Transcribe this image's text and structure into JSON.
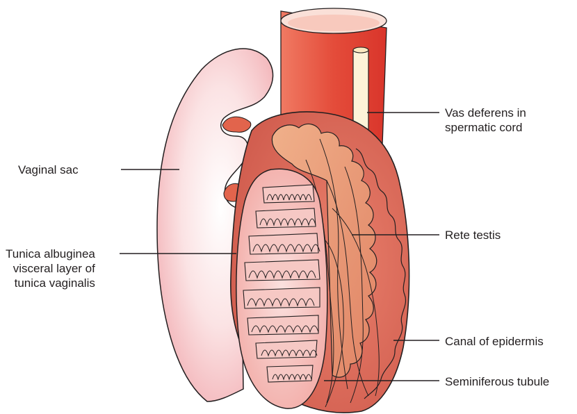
{
  "labels": {
    "vaginal_sac": "Vaginal sac",
    "tunica": "Tunica albuginea\nvisceral layer of\ntunica vaginalis",
    "vas_deferens": "Vas deferens in\nspermatic cord",
    "rete_testis": "Rete testis",
    "canal": "Canal of epidermis",
    "seminiferous": "Seminiferous tubule"
  },
  "colors": {
    "cord_red": "#e3473a",
    "sac_pink": "#f3b3b7",
    "testis_red": "#e06e5f",
    "rete_orange": "#e69a74",
    "outline": "#231f20"
  }
}
